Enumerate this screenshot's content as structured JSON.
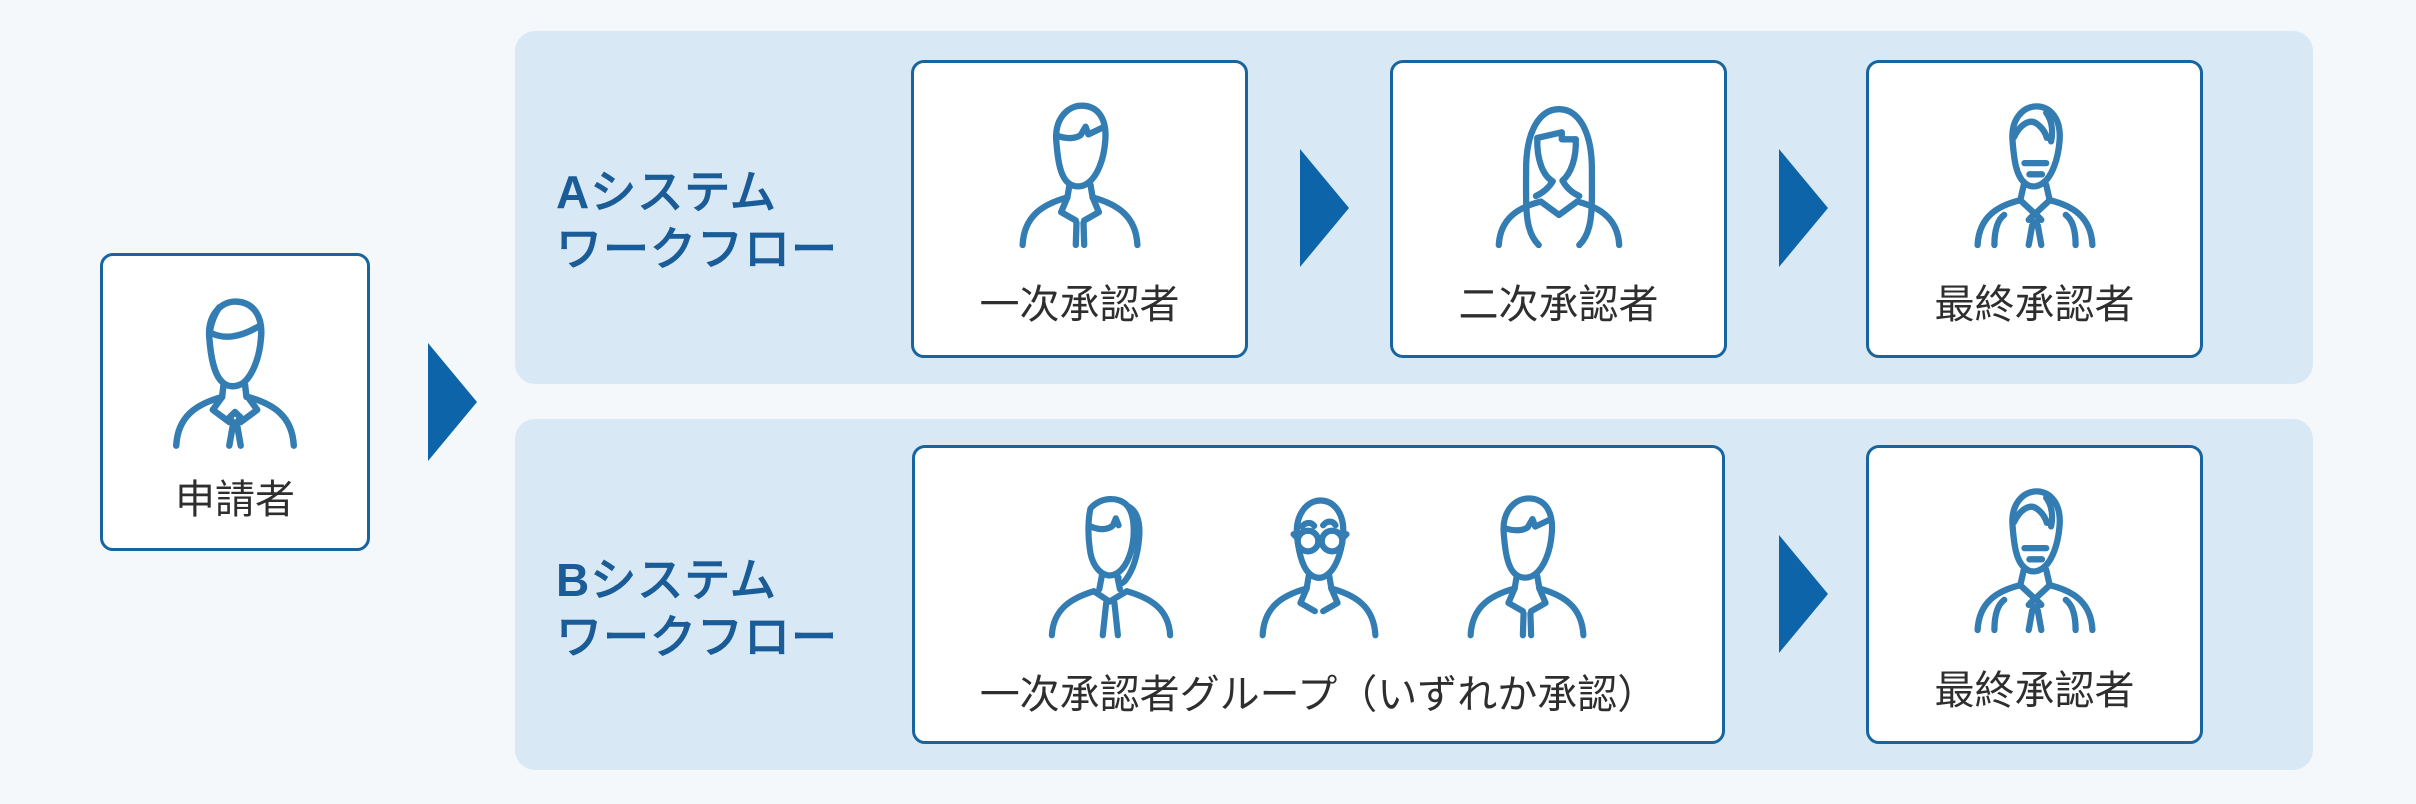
{
  "page": {
    "background_color": "#f5f8fa",
    "band_color": "#d9e8f5",
    "accent_arrow_color": "#0d64a8",
    "card_border_color": "#17649e",
    "icon_stroke_color": "#337db3",
    "title_color": "#1a5c97",
    "label_color": "#2e2e2e"
  },
  "applicant": {
    "label": "申請者",
    "icon": "businessman-icon"
  },
  "flow_a": {
    "title_line1": "Aシステム",
    "title_line2": "ワークフロー",
    "steps": [
      {
        "label": "一次承認者",
        "icon": "male-approver-icon"
      },
      {
        "label": "二次承認者",
        "icon": "female-approver-icon"
      },
      {
        "label": "最終承認者",
        "icon": "senior-male-approver-icon"
      }
    ]
  },
  "flow_b": {
    "title_line1": "Bシステム",
    "title_line2": "ワークフロー",
    "group": {
      "label": "一次承認者グループ（いずれか承認）",
      "icons": [
        "ponytail-woman-icon",
        "glasses-man-icon",
        "male-approver-icon"
      ]
    },
    "final": {
      "label": "最終承認者",
      "icon": "senior-male-approver-icon"
    }
  }
}
